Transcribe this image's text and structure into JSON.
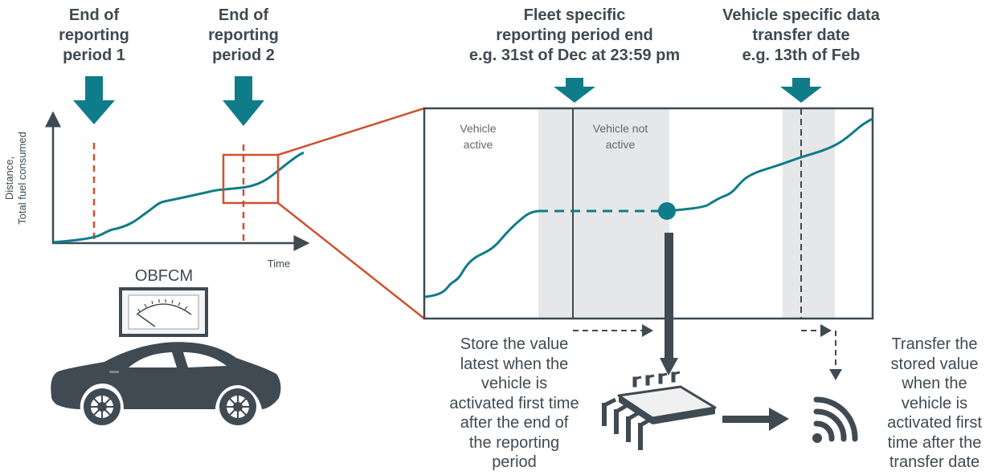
{
  "headers": {
    "period1": "End of\nreporting\nperiod 1",
    "period2": "End of\nreporting\nperiod 2",
    "fleet_end": "Fleet specific\nreporting period end\ne.g. 31st of Dec at 23:59 pm",
    "transfer_date": "Vehicle specific data\ntransfer date\ne.g. 13th of Feb"
  },
  "small_chart": {
    "y_axis_label_line1": "Distance,",
    "y_axis_label_line2": "Total fuel consumed",
    "x_axis_label": "Time"
  },
  "zoom_chart": {
    "vehicle_active": "Vehicle\nactive",
    "vehicle_not_active": "Vehicle not\nactive"
  },
  "device": {
    "obfcm_label": "OBFCM"
  },
  "notes": {
    "store": "Store the value\nlatest when the\nvehicle is\nactivated first time\nafter the end of\nthe reporting\nperiod",
    "transfer": "Transfer the\nstored value\nwhen the\nvehicle is\nactivated first\ntime after the\ntransfer date"
  },
  "colors": {
    "teal": "#0f7c89",
    "red": "#d0502f",
    "dark": "#3f4a52",
    "shade": "#e6e7e8"
  },
  "icons": [
    "arrow-down-icon",
    "gauge-icon",
    "car-icon",
    "chip-icon",
    "wifi-icon"
  ]
}
